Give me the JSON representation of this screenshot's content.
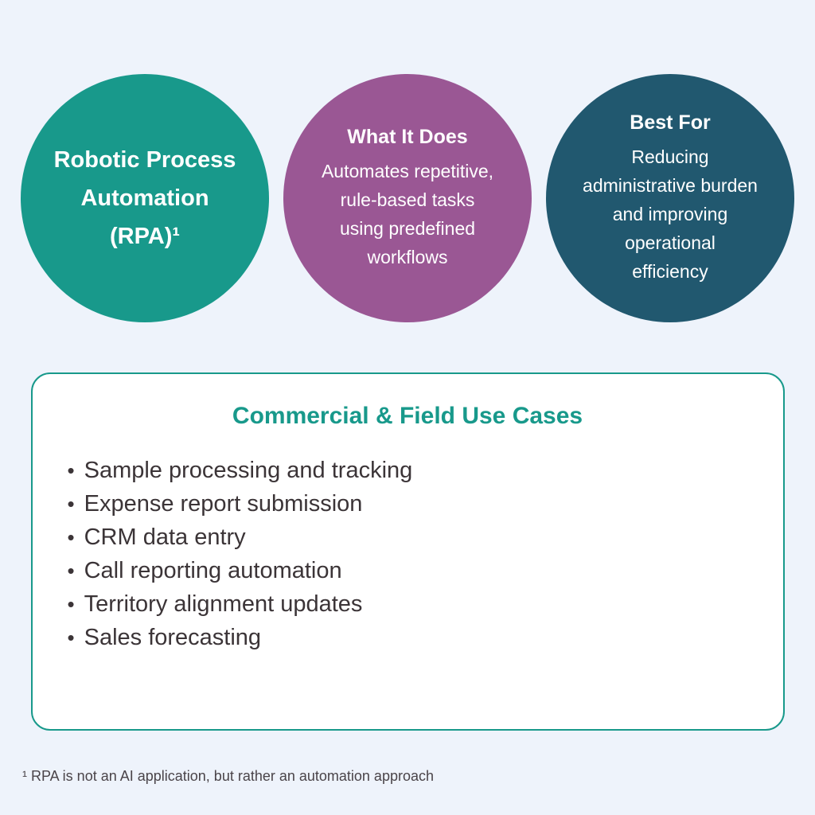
{
  "colors": {
    "background": "#EEF3FB",
    "teal": "#18998B",
    "purple": "#9A5794",
    "dark_blue": "#21586F",
    "card_border": "#18998B",
    "heading_teal": "#18998B",
    "body_text": "#3B3437",
    "footnote_text": "#4A4449",
    "circle_text": "#FFFFFF"
  },
  "circles": [
    {
      "name": "rpa",
      "title_lines": [
        "Robotic Process",
        "Automation",
        "(RPA)¹"
      ],
      "color": "#18998B"
    },
    {
      "name": "what-it-does",
      "heading": "What It Does",
      "body_lines": [
        "Automates repetitive,",
        "rule-based tasks",
        "using predefined",
        "workflows"
      ],
      "color": "#9A5794"
    },
    {
      "name": "best-for",
      "heading": "Best For",
      "body_lines": [
        "Reducing",
        "administrative burden",
        "and improving",
        "operational",
        "efficiency"
      ],
      "color": "#21586F"
    }
  ],
  "card": {
    "title": "Commercial & Field Use Cases",
    "items": [
      "Sample processing and tracking",
      "Expense report submission",
      "CRM data entry",
      "Call reporting automation",
      "Territory alignment updates",
      "Sales forecasting"
    ]
  },
  "footnote": "¹ RPA is not an AI application, but rather an automation approach"
}
